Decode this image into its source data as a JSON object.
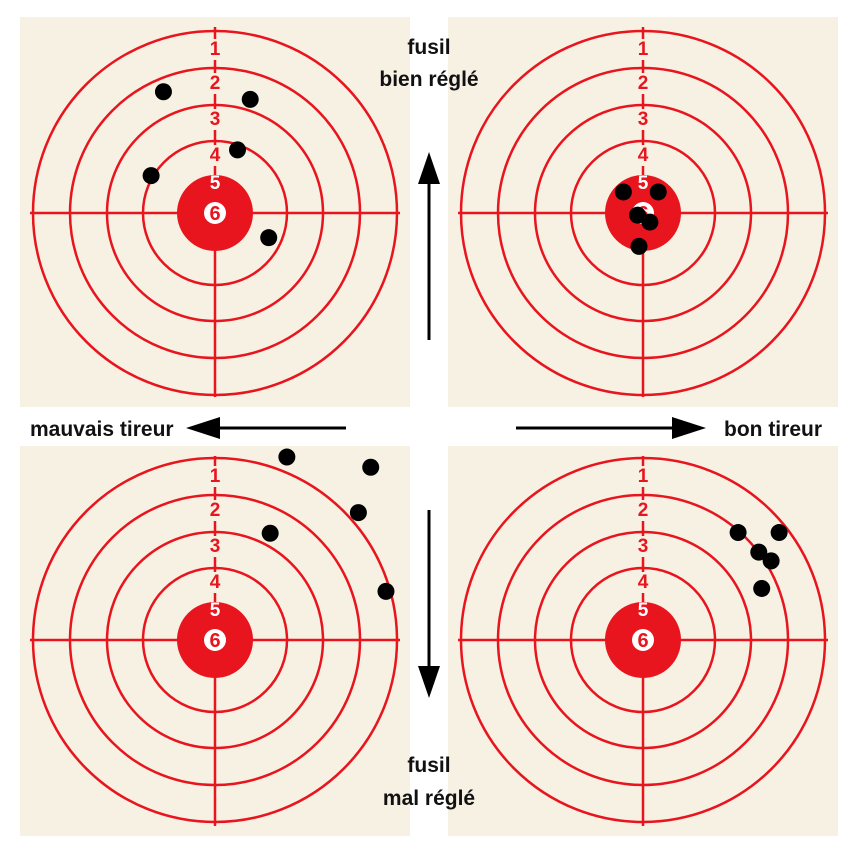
{
  "labels": {
    "top_line1": "fusil",
    "top_line2": "bien réglé",
    "bottom_line1": "fusil",
    "bottom_line2": "mal réglé",
    "left": "mauvais tireur",
    "right": "bon tireur"
  },
  "ring_numbers": [
    "1",
    "2",
    "3",
    "4",
    "5"
  ],
  "bull_number": "6",
  "colors": {
    "target_bg": "#f6f1e2",
    "target_red": "#e8141e",
    "shot": "#000000",
    "arrow": "#000000",
    "bull_text": "#ffffff"
  },
  "targets": [
    {
      "id": "top-left",
      "shots": [
        [
          -1.42,
          3.34
        ],
        [
          0.97,
          3.13
        ],
        [
          0.62,
          1.74
        ],
        [
          -1.76,
          1.03
        ],
        [
          1.48,
          -0.68
        ]
      ]
    },
    {
      "id": "top-right",
      "shots": [
        [
          -0.54,
          0.58
        ],
        [
          0.42,
          0.58
        ],
        [
          -0.15,
          -0.06
        ],
        [
          0.19,
          -0.25
        ],
        [
          -0.11,
          -0.92
        ]
      ]
    },
    {
      "id": "bottom-left",
      "shots": [
        [
          1.98,
          5.04
        ],
        [
          4.29,
          4.76
        ],
        [
          3.95,
          3.51
        ],
        [
          1.52,
          2.94
        ],
        [
          4.71,
          1.34
        ]
      ]
    },
    {
      "id": "bottom-right",
      "shots": [
        [
          2.62,
          2.96
        ],
        [
          3.75,
          2.96
        ],
        [
          3.19,
          2.42
        ],
        [
          3.53,
          2.18
        ],
        [
          3.27,
          1.42
        ]
      ]
    }
  ]
}
